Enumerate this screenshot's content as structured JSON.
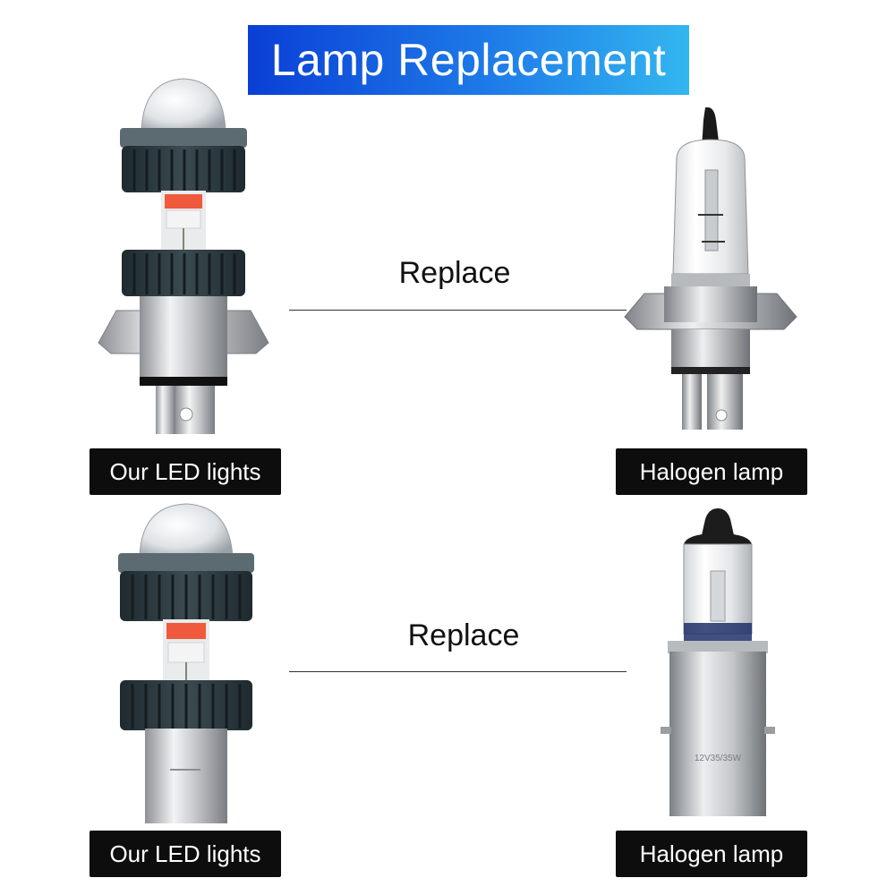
{
  "title": "Lamp Replacement",
  "rows": [
    {
      "replace_label": "Replace",
      "led_label": "Our LED lights",
      "halogen_label": "Halogen lamp"
    },
    {
      "replace_label": "Replace",
      "led_label": "Our LED lights",
      "halogen_label": "Halogen lamp",
      "bulb_marking": "12V35/35W"
    }
  ],
  "colors": {
    "banner_start": "#0a3fd6",
    "banner_end": "#33b6f0",
    "label_bg": "#0d0d0d",
    "heatsink": "#2c3a3f",
    "led_chip": "#ef5a3c"
  },
  "icons": [
    "h4-led-headlight-bulb-icon",
    "h4-halogen-bulb-icon",
    "ba20d-led-headlight-bulb-icon",
    "ba20d-halogen-bulb-icon"
  ]
}
